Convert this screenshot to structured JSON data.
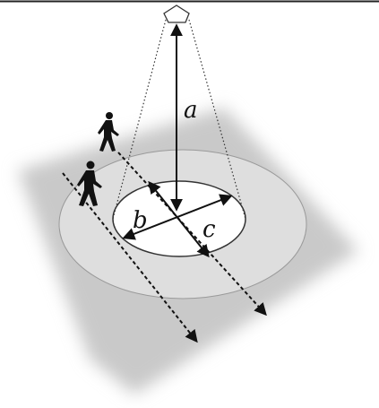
{
  "diagram": {
    "labels": {
      "height": "a",
      "inner_diameter": "b",
      "outer_diameter": "c"
    },
    "elements": {
      "sensor": "sensor-device-icon",
      "walkers": [
        "walking-person-icon",
        "walking-person-icon"
      ]
    },
    "colors": {
      "shadow": "#c9c9c9",
      "outer_zone": "#dedede",
      "inner_zone": "#ffffff",
      "lines": "#111111"
    }
  }
}
